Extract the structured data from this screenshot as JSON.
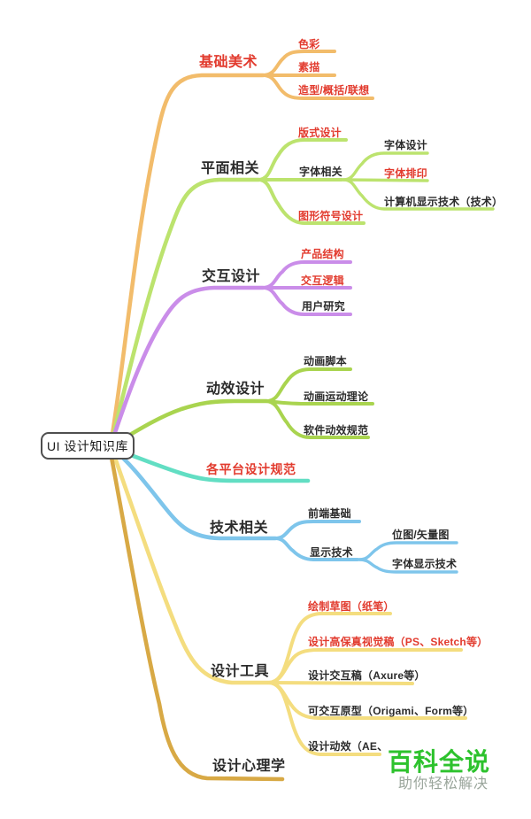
{
  "root": {
    "label": "UI 设计知识库"
  },
  "watermark": {
    "title": "百科全说",
    "subtitle": "助你轻松解决"
  },
  "colors": {
    "red_text": "#e23b2e",
    "dark_text": "#2b2b2b",
    "root_border": "#4f4f4f",
    "watermark_title": "#2dc22d",
    "watermark_subtitle": "#9aa59b",
    "basic_art": "#f2bc6b",
    "graphic": "#bce36e",
    "interaction": "#ca8de9",
    "motion": "#a9d44f",
    "platform": "#62dec3",
    "tech": "#7ec5eb",
    "tools": "#f4dd7f",
    "psychology": "#d8a945"
  },
  "branches": [
    {
      "label": "基础美术",
      "children": [
        {
          "label": "色彩"
        },
        {
          "label": "素描"
        },
        {
          "label": "造型/概括/联想"
        }
      ]
    },
    {
      "label": "平面相关",
      "children": [
        {
          "label": "版式设计"
        },
        {
          "label": "字体相关",
          "children": [
            {
              "label": "字体设计"
            },
            {
              "label": "字体排印"
            },
            {
              "label": "计算机显示技术（技术）"
            }
          ]
        },
        {
          "label": "图形符号设计"
        }
      ]
    },
    {
      "label": "交互设计",
      "children": [
        {
          "label": "产品结构"
        },
        {
          "label": "交互逻辑"
        },
        {
          "label": "用户研究"
        }
      ]
    },
    {
      "label": "动效设计",
      "children": [
        {
          "label": "动画脚本"
        },
        {
          "label": "动画运动理论"
        },
        {
          "label": "软件动效规范"
        }
      ]
    },
    {
      "label": "各平台设计规范",
      "children": []
    },
    {
      "label": "技术相关",
      "children": [
        {
          "label": "前端基础"
        },
        {
          "label": "显示技术",
          "children": [
            {
              "label": "位图/矢量图"
            },
            {
              "label": "字体显示技术"
            }
          ]
        }
      ]
    },
    {
      "label": "设计工具",
      "children": [
        {
          "label": "绘制草图（纸笔）"
        },
        {
          "label": "设计高保真视觉稿（PS、Sketch等）"
        },
        {
          "label": "设计交互稿（Axure等）"
        },
        {
          "label": "可交互原型（Origami、Form等）"
        },
        {
          "label": "设计动效（AE、"
        }
      ]
    },
    {
      "label": "设计心理学",
      "children": []
    }
  ]
}
